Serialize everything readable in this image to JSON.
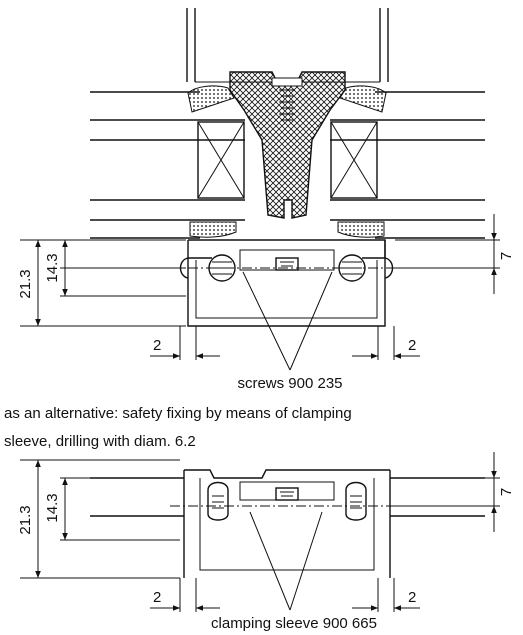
{
  "upper": {
    "dim_overall": "21.3",
    "dim_inner": "14.3",
    "dim_right": "7",
    "dim_gap_left": "2",
    "dim_gap_right": "2",
    "label_screws": "screws 900 235"
  },
  "note": {
    "line1": "as an alternative: safety fixing by means of clamping",
    "line2": "sleeve, drilling with diam. 6.2"
  },
  "lower": {
    "dim_overall": "21.3",
    "dim_inner": "14.3",
    "dim_right": "7",
    "dim_gap_left": "2",
    "dim_gap_right": "2",
    "label_sleeve": "clamping sleeve 900 665"
  }
}
